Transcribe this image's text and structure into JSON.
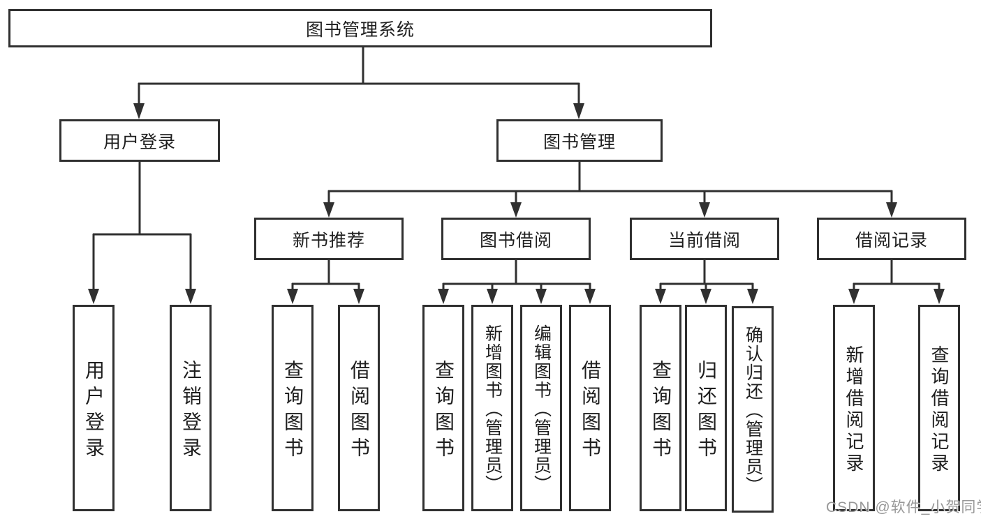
{
  "colors": {
    "line": "#303030",
    "border": "#303030",
    "text": "#1e1e1e",
    "background": "#ffffff",
    "watermark": "#868686"
  },
  "diagram": {
    "root": {
      "label": "图书管理系统"
    },
    "branches": [
      {
        "label": "用户登录",
        "leaves": [
          "用户登录",
          "注销登录"
        ]
      },
      {
        "label": "图书管理",
        "children": [
          {
            "label": "新书推荐",
            "leaves": [
              "查询图书",
              "借阅图书"
            ]
          },
          {
            "label": "图书借阅",
            "leaves": [
              "查询图书",
              "新增图书（管理员）",
              "编辑图书（管理员）",
              "借阅图书"
            ]
          },
          {
            "label": "当前借阅",
            "leaves": [
              "查询图书",
              "归还图书",
              "确认归还（管理员）"
            ]
          },
          {
            "label": "借阅记录",
            "leaves": [
              "新增借阅记录",
              "查询借阅记录"
            ]
          }
        ]
      }
    ]
  },
  "watermark": {
    "text": "CSDN @软件_小贺同学"
  }
}
